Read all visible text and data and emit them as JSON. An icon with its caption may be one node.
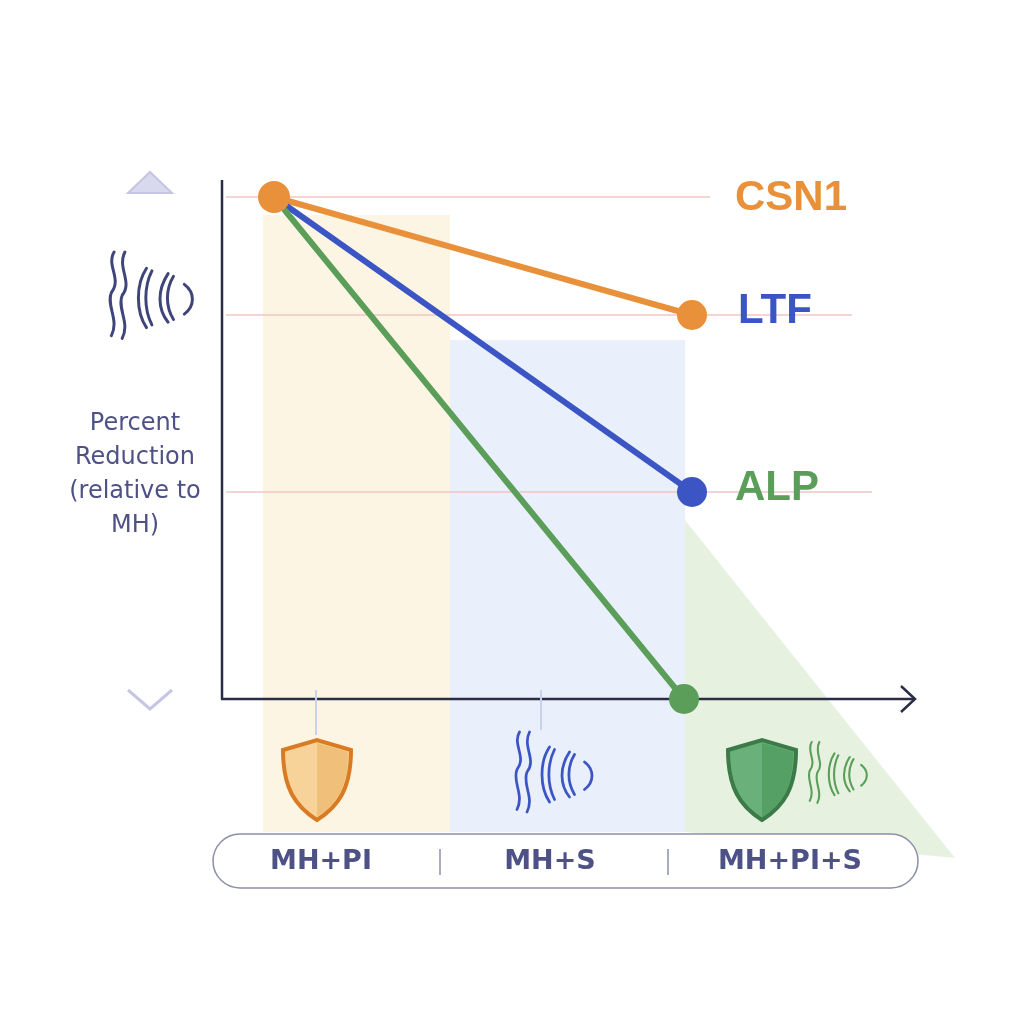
{
  "diagram": {
    "labels": [
      "CSN1",
      "LTF",
      "ALP",
      "Percent Reduction (relative to MH)",
      "MH+PI",
      "MH+S",
      "MH+PI+S"
    ]
  }
}
